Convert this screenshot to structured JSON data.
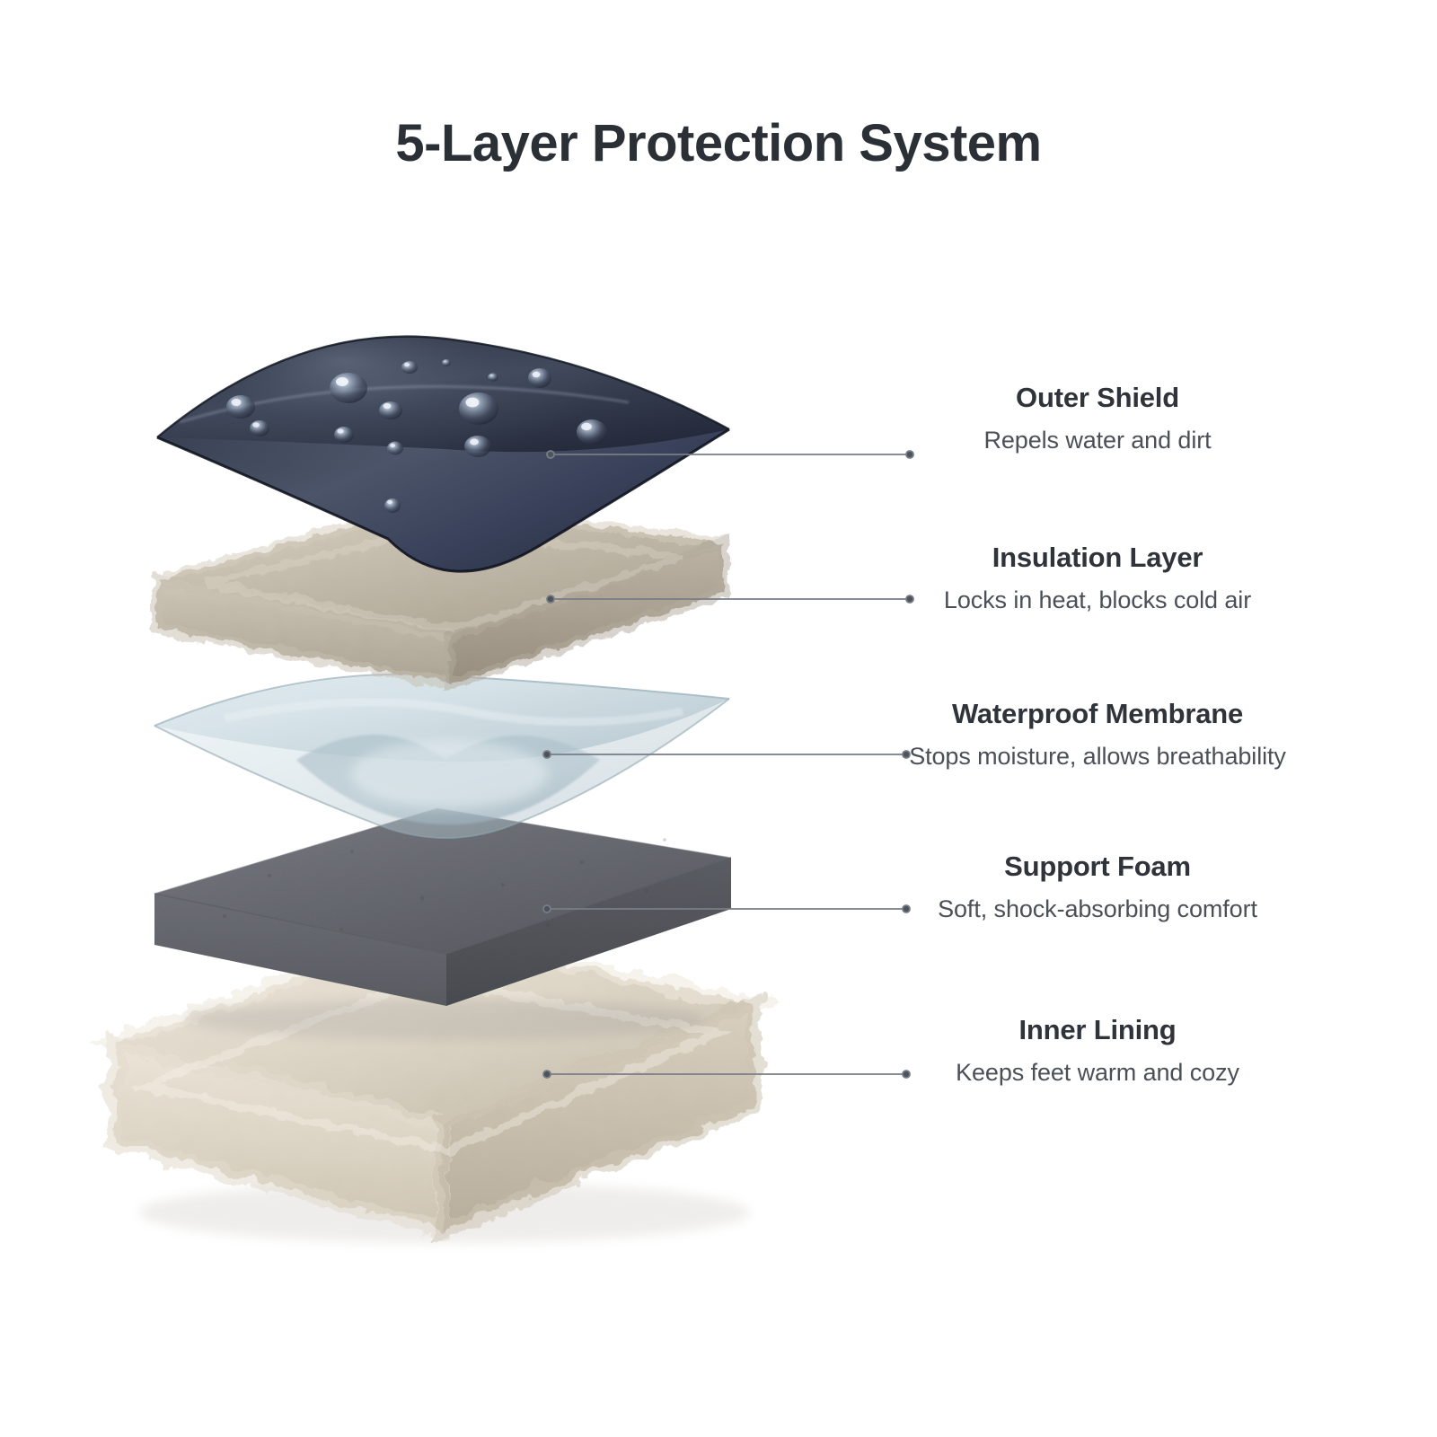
{
  "page": {
    "title": "5-Layer Protection System",
    "background_color": "#ffffff",
    "title_color": "#2b2f36",
    "leader_line_color": "#7a7f87"
  },
  "diagram": {
    "type": "exploded-layer-stack",
    "layer_count": 5,
    "layers": [
      {
        "index": 1,
        "name": "Outer Shield",
        "description": "Repels water and dirt",
        "shape": "curved-sheet",
        "color": "#3b4150",
        "color_dark": "#222835",
        "color_light": "#6b7486",
        "texture": "glossy water droplets",
        "droplet_count": 14
      },
      {
        "index": 2,
        "name": "Insulation Layer",
        "description": "Locks in heat, blocks cold air",
        "shape": "thick-slab",
        "color": "#bcb3a3",
        "color_dark": "#9a9184",
        "color_light": "#d6cec0",
        "texture": "fuzzy felted wool"
      },
      {
        "index": 3,
        "name": "Waterproof Membrane",
        "description": "Stops moisture, allows breathability",
        "shape": "translucent-curved-sheet",
        "color": "#c5d4da",
        "color_dark": "#8fa6b0",
        "color_light": "#e2ecef",
        "texture": "translucent film"
      },
      {
        "index": 4,
        "name": "Support Foam",
        "description": "Soft, shock-absorbing comfort",
        "shape": "thick-slab",
        "color": "#6d7076",
        "color_dark": "#4b4e54",
        "color_light": "#878b91",
        "texture": "fine open-cell foam"
      },
      {
        "index": 5,
        "name": "Inner Lining",
        "description": "Keeps feet warm and cozy",
        "shape": "plush-block",
        "color": "#ded5c6",
        "color_dark": "#b9af9e",
        "color_light": "#f2ece0",
        "texture": "shearling fleece"
      }
    ]
  },
  "callouts": [
    {
      "title": "Outer Shield",
      "desc": "Repels water and dirt"
    },
    {
      "title": "Insulation Layer",
      "desc": "Locks in heat, blocks cold air"
    },
    {
      "title": "Waterproof Membrane",
      "desc": "Stops moisture, allows breathability"
    },
    {
      "title": "Support Foam",
      "desc": "Soft, shock-absorbing comfort"
    },
    {
      "title": "Inner Lining",
      "desc": "Keeps feet warm and cozy"
    }
  ]
}
